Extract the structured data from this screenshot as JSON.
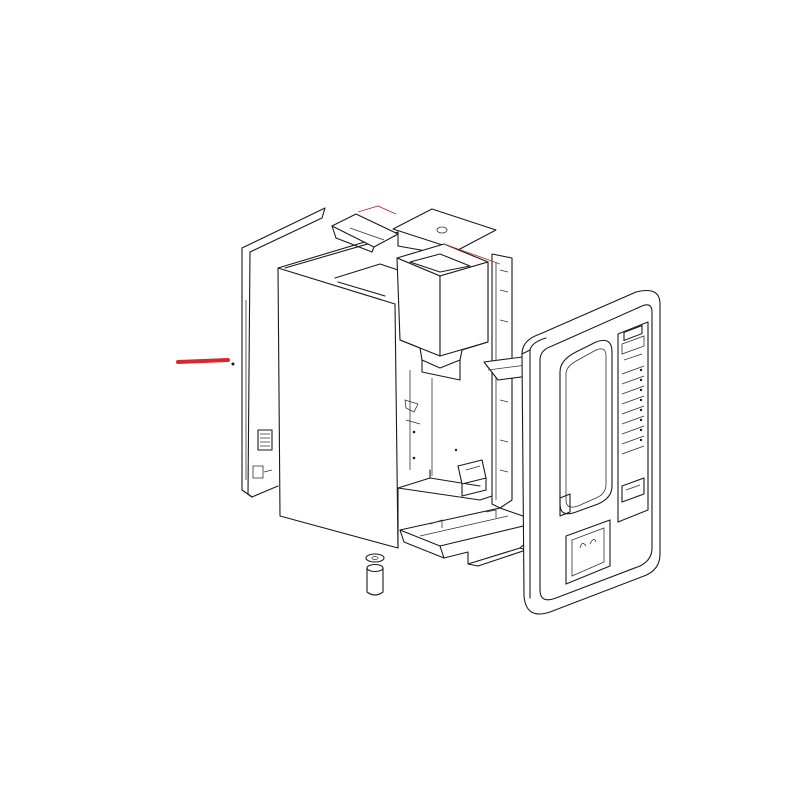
{
  "diagram": {
    "colors": {
      "line": "#1a1a1a",
      "background": "#ffffff",
      "pointer": "#d8282e",
      "accent": "#b03030"
    },
    "parts": [
      "rear-panel",
      "cabinet-body",
      "top-cover",
      "canister",
      "mixing-bracket",
      "drip-tray",
      "support-foot",
      "front-door"
    ],
    "pointer_target": "rear-panel"
  }
}
